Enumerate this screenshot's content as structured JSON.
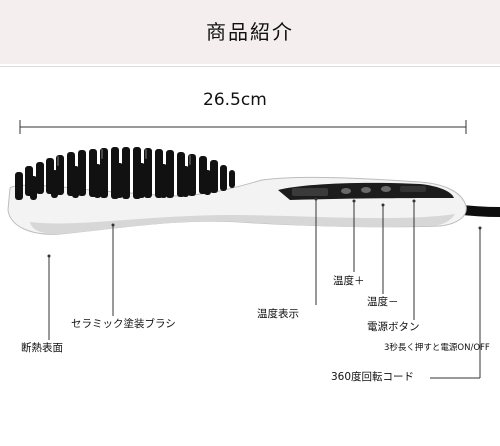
{
  "header": {
    "title": "商品紹介"
  },
  "dimension": {
    "length": "26.5cm"
  },
  "parts": {
    "temp_up": "温度＋",
    "temp_down": "温度－",
    "power_button": "電源ボタン",
    "power_note": "3秒長く押すと電源ON/OFF",
    "temp_display": "温度表示",
    "ceramic_brush": "セラミック塗装ブラシ",
    "insulated_surface": "断熱表面",
    "swivel_cord": "360度回転コード"
  },
  "colors": {
    "title_band": "#f4efee",
    "body_white": "#f3f3f3",
    "bristle": "#111111",
    "panel": "#1c1c1c",
    "cord": "#0e0e0e"
  }
}
